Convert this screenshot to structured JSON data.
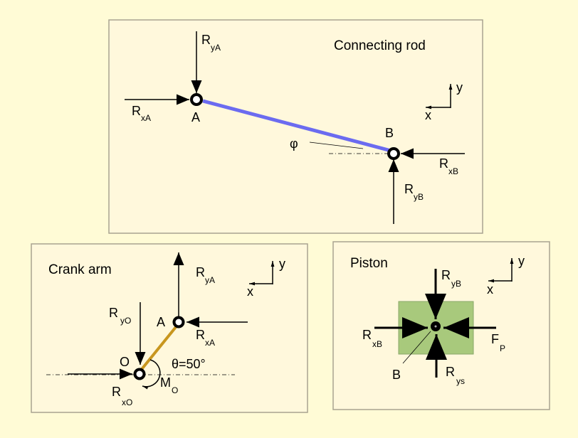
{
  "colors": {
    "background": "#fffbd6",
    "rod": "#6b6bf0",
    "crank": "#c8961e",
    "piston": "#a8c97c"
  },
  "connecting_rod": {
    "title": "Connecting rod",
    "point_a": "A",
    "point_b": "B",
    "angle": "φ",
    "forces": {
      "RyA": {
        "main": "R",
        "sub": "yA"
      },
      "RxA": {
        "main": "R",
        "sub": "xA"
      },
      "RxB": {
        "main": "R",
        "sub": "xB"
      },
      "RyB": {
        "main": "R",
        "sub": "yB"
      }
    },
    "axes": {
      "x": "x",
      "y": "y"
    }
  },
  "crank_arm": {
    "title": "Crank arm",
    "point_a": "A",
    "point_o": "O",
    "angle": "θ=50°",
    "forces": {
      "RyA": {
        "main": "R",
        "sub": "yA"
      },
      "RxA": {
        "main": "R",
        "sub": "xA"
      },
      "RyO": {
        "main": "R",
        "sub": "yO"
      },
      "RxO": {
        "main": "R",
        "sub": "xO"
      },
      "MO": {
        "main": "M",
        "sub": "O"
      }
    },
    "axes": {
      "x": "x",
      "y": "y"
    }
  },
  "piston": {
    "title": "Piston",
    "point_b": "B",
    "forces": {
      "RyB": {
        "main": "R",
        "sub": "yB"
      },
      "RxB": {
        "main": "R",
        "sub": "xB"
      },
      "FP": {
        "main": "F",
        "sub": "P"
      },
      "Rys": {
        "main": "R",
        "sub": "ys"
      }
    },
    "axes": {
      "x": "x",
      "y": "y"
    }
  }
}
